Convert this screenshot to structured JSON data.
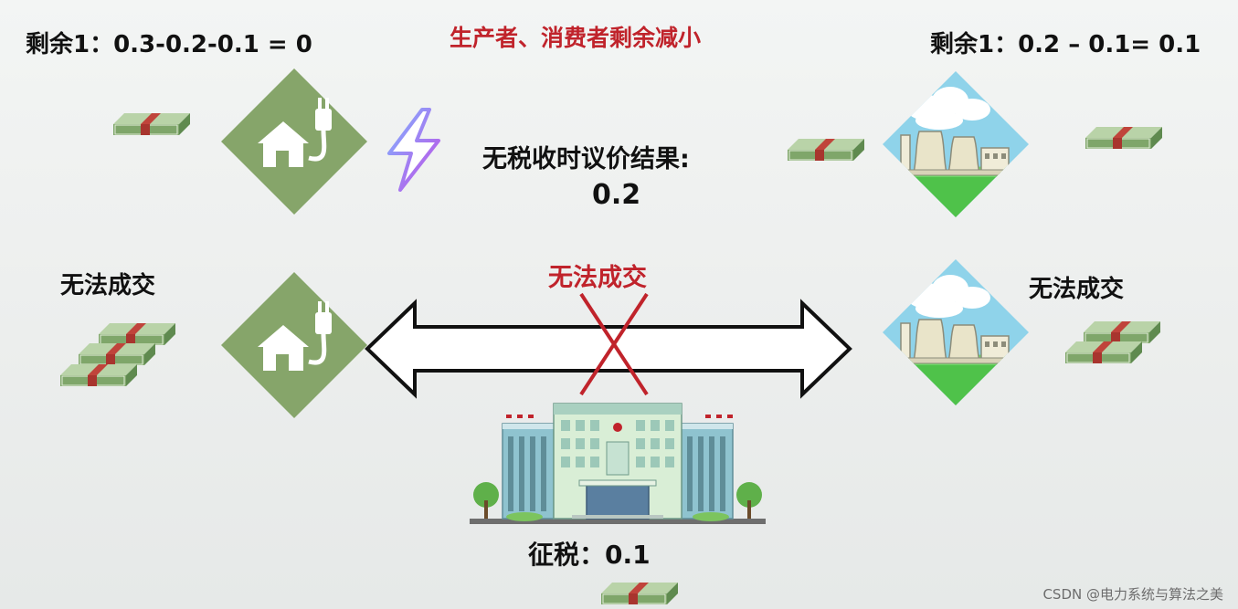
{
  "texts": {
    "surplus_left": "剩余1：0.3-0.2-0.1 = 0",
    "surplus_right": "剩余1：0.2 – 0.1= 0.1",
    "headline": "生产者、消费者剩余减小",
    "no_tax_label": "无税收时议价结果:",
    "no_tax_value": "0.2",
    "no_deal_left": "无法成交",
    "no_deal_center": "无法成交",
    "no_deal_right": "无法成交",
    "tax_label": "征税：0.1",
    "watermark": "CSDN @电力系统与算法之美"
  },
  "icons": {
    "consumer": "house-plug-icon",
    "producer": "power-plant-icon",
    "electricity": "lightning-bolt-icon",
    "money": "cash-bundle-icon",
    "government": "government-building-icon",
    "transaction": "double-arrow-icon",
    "blocked": "red-cross-icon"
  },
  "colors": {
    "consumer_green": "#86a56a",
    "producer_sky": "#8fd3ea",
    "producer_grass": "#4fc24a",
    "headline_red": "#c0232b",
    "money_green": "#8fb27c",
    "money_band": "#b8433a"
  }
}
